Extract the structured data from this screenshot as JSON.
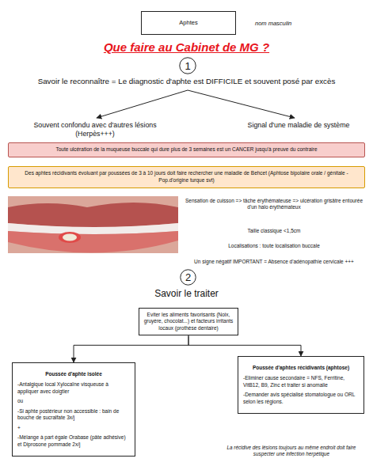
{
  "diagram": {
    "title": "Que faire au Cabinet de MG ?",
    "caption": "La récidive des lésions toujours au même endroit doit faire suspecter une infection herpétique",
    "nodes": [
      {
        "text": [
          "Aphtes"
        ]
      },
      {
        "text": [
          "1"
        ]
      },
      {
        "text": [
          "Toute ulcération de la muqueuse buccale qui dure plus de 3 semaines est un CANCER jusqu'à preuve du contraire"
        ]
      },
      {
        "text": [
          "Des aphtes récidivants évoluant par poussées de 3 à 10 jours doit faire rechercher une maladie de Behcet (Aphtose bipolaire orale / génitale - Pop.d'origine turque svt)"
        ]
      },
      {
        "text": [
          "2"
        ]
      },
      {
        "text": [
          "Eviter les aliments favorisants (Noix, gruyère, chocolat...) et facteurs irritants locaux (prothèse dentaire)"
        ]
      },
      {
        "text": [
          "Poussée d'aphte isolée",
          "-Antalgique local Xylocaïne visqueuse à appliquer avec doigtier",
          "ou",
          "-Si aphte postérieur non accessible : bain de bouche de sucralfate 3x/j",
          "+",
          "-Mélange à part égale Orabase (pâte adhésive) et Diprosone pommade 2x/j"
        ]
      },
      {
        "text": [
          "Poussée d'aphtes récidivants (aphtose)",
          "-Eliminer cause secondaire = NFS, Ferritine, VitB12, B9, Zinc et traiter si anomalie",
          "-Demander avis spécialisé stomatologue ou ORL selon les régions."
        ]
      }
    ],
    "edges": [
      {
        "from": 5,
        "to": 6,
        "arrow": "to"
      },
      {
        "from": 5,
        "to": 7,
        "arrow": "to"
      }
    ],
    "labels": [
      "nom masculin",
      "Savoir le reconnaître = Le diagnostic d'aphte est DIFFICILE et souvent posé par excès",
      "Souvent confondu avec d'autres lésions (Herpès+++)",
      "Signal d'une maladie de système",
      "Sensation de cuisson => tâche érythémateuse => ulcération grisâtre entourée d'un halo érythémateux",
      "Taille classique <1,5cm",
      "Localisations : toute localisation buccale",
      "Un signe négatif IMPORTANT = Absence d'adénopathie cervicale +++",
      "Savoir le traiter"
    ]
  }
}
